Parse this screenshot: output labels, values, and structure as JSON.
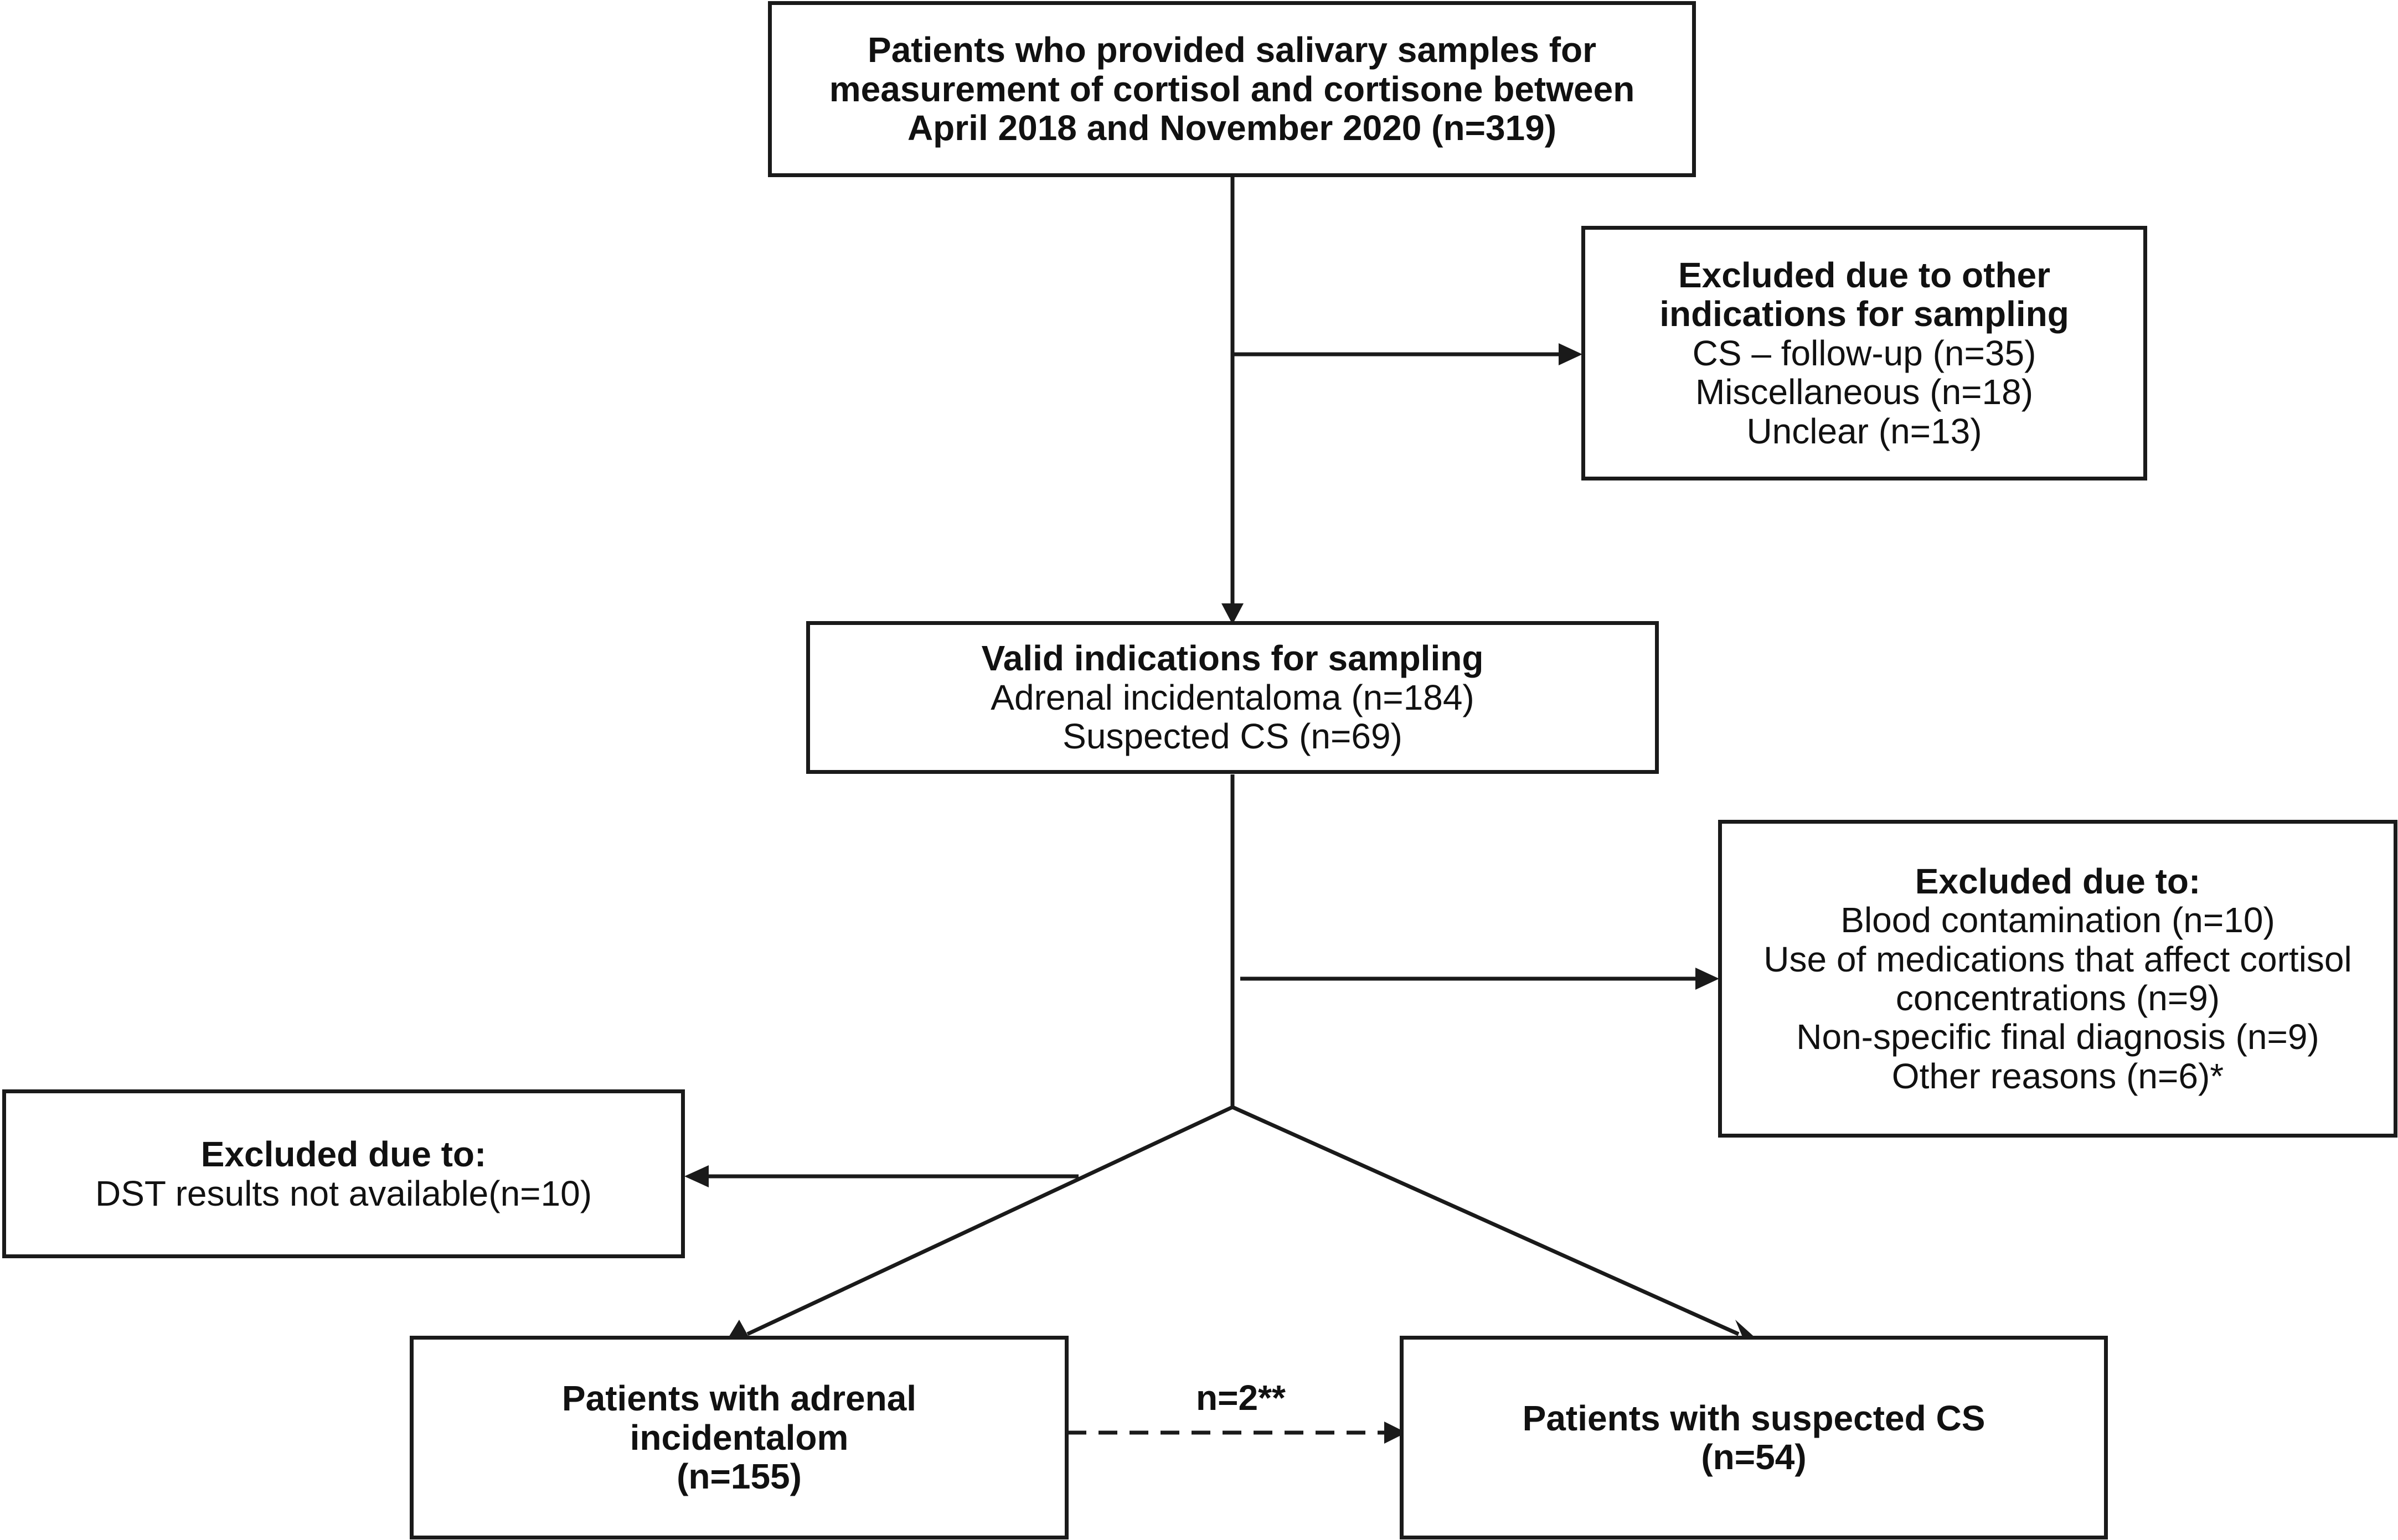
{
  "nodes": {
    "total": {
      "lines": [
        "Patients who provided salivary samples for",
        "measurement of cortisol and cortisone between",
        "April 2018 and November 2020 (n=319)"
      ]
    },
    "excluded_other": {
      "heading_lines": [
        "Excluded due to other",
        "indications for sampling"
      ],
      "items": [
        "CS – follow-up (n=35)",
        "Miscellaneous (n=18)",
        "Unclear (n=13)"
      ]
    },
    "valid": {
      "heading": "Valid indications for sampling",
      "items": [
        "Adrenal incidentaloma (n=184)",
        "Suspected CS (n=69)"
      ]
    },
    "excluded_reasons": {
      "heading": "Excluded due to:",
      "items": [
        "Blood contamination (n=10)",
        "Use of medications that affect cortisol",
        "concentrations (n=9)",
        "Non-specific final diagnosis (n=9)",
        "Other reasons (n=6)*"
      ]
    },
    "excluded_dst": {
      "heading": "Excluded due to:",
      "items": [
        "DST results not available(n=10)"
      ]
    },
    "adrenal": {
      "lines": [
        "Patients with adrenal",
        "incidentalom",
        "(n=155)"
      ]
    },
    "suspected": {
      "lines": [
        "Patients with suspected CS",
        "(n=54)"
      ]
    }
  },
  "edges": {
    "dashed_label": "n=2**"
  },
  "colors": {
    "stroke": "#1a1a1a",
    "background": "#ffffff"
  }
}
